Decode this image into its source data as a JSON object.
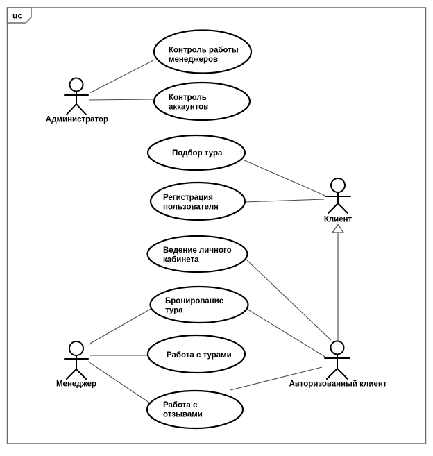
{
  "diagram": {
    "frame_label": "uc",
    "actors": [
      {
        "id": "administrator",
        "label": "Администратор"
      },
      {
        "id": "client",
        "label": "Клиент"
      },
      {
        "id": "manager",
        "label": "Менеджер"
      },
      {
        "id": "authorized-client",
        "label": "Авторизованный клиент"
      }
    ],
    "usecases": [
      {
        "id": "control-managers",
        "lines": [
          "Контроль работы",
          "менеджеров"
        ]
      },
      {
        "id": "control-accounts",
        "lines": [
          "Контроль",
          "аккаунтов"
        ]
      },
      {
        "id": "tour-selection",
        "lines": [
          "Подбор тура"
        ]
      },
      {
        "id": "user-registration",
        "lines": [
          "Регистрация",
          "пользователя"
        ]
      },
      {
        "id": "personal-account",
        "lines": [
          "Ведение личного",
          "кабинета"
        ]
      },
      {
        "id": "tour-booking",
        "lines": [
          "Бронирование",
          "тура"
        ]
      },
      {
        "id": "work-with-tours",
        "lines": [
          "Работа с турами"
        ]
      },
      {
        "id": "work-with-reviews",
        "lines": [
          "Работа с",
          "отзывами"
        ]
      }
    ],
    "relations": [
      {
        "from": "Администратор",
        "to": "Контроль работы менеджеров",
        "type": "association"
      },
      {
        "from": "Администратор",
        "to": "Контроль аккаунтов",
        "type": "association"
      },
      {
        "from": "Клиент",
        "to": "Подбор тура",
        "type": "association"
      },
      {
        "from": "Клиент",
        "to": "Регистрация пользователя",
        "type": "association"
      },
      {
        "from": "Авторизованный клиент",
        "to": "Ведение личного кабинета",
        "type": "association"
      },
      {
        "from": "Авторизованный клиент",
        "to": "Бронирование тура",
        "type": "association"
      },
      {
        "from": "Авторизованный клиент",
        "to": "Работа с отзывами",
        "type": "association"
      },
      {
        "from": "Менеджер",
        "to": "Бронирование тура",
        "type": "association"
      },
      {
        "from": "Менеджер",
        "to": "Работа с турами",
        "type": "association"
      },
      {
        "from": "Менеджер",
        "to": "Работа с отзывами",
        "type": "association"
      },
      {
        "from": "Авторизованный клиент",
        "to": "Клиент",
        "type": "generalization"
      }
    ],
    "colors": {
      "background": "#ffffff",
      "shape_stroke": "#000000",
      "edge_stroke": "#4d4d4d",
      "frame_stroke": "#6b6b6b",
      "text": "#000000"
    }
  }
}
